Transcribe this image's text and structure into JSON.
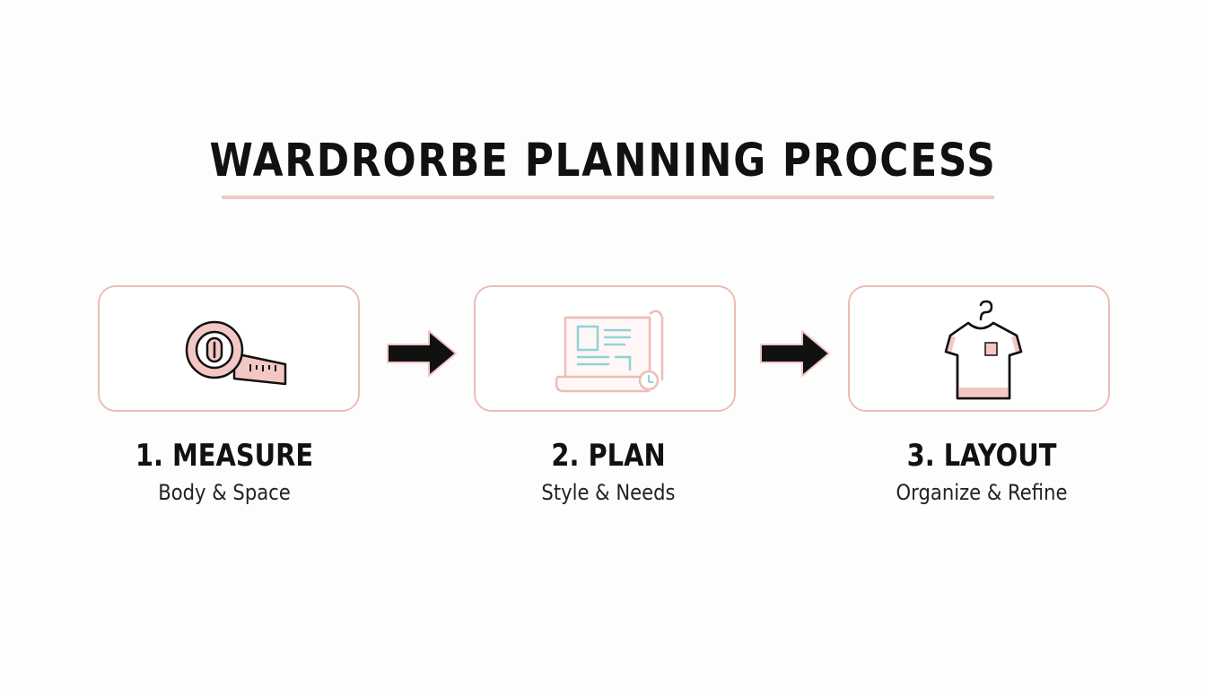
{
  "diagram": {
    "title": "WARDRORBE PLANNING PROCESS",
    "steps": [
      {
        "title": "1. MEASURE",
        "subtitle": "Body & Space",
        "icon": "measuring-tape-icon"
      },
      {
        "title": "2. PLAN",
        "subtitle": "Style & Needs",
        "icon": "blueprint-icon"
      },
      {
        "title": "3. LAYOUT",
        "subtitle": "Organize & Refine",
        "icon": "shirt-on-hanger-icon"
      }
    ]
  },
  "colors": {
    "accent_pink": "#ecbdb8",
    "accent_teal": "#8fd3d8",
    "text": "#111111",
    "arrow": "#111111"
  }
}
